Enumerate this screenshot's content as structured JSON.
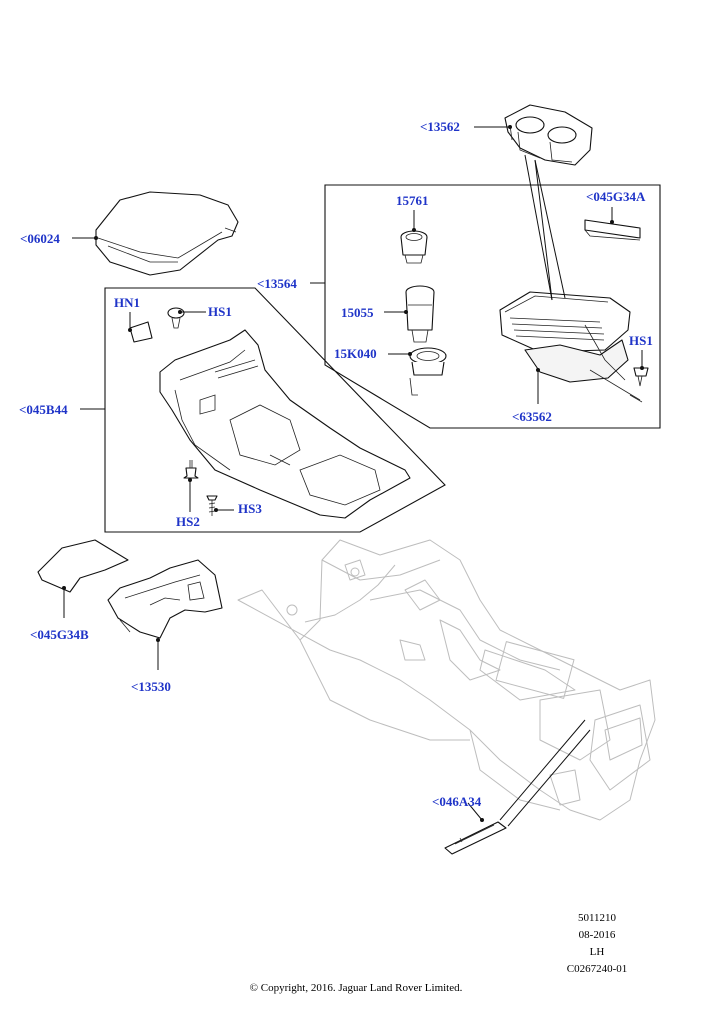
{
  "callouts": {
    "c13562": "<13562",
    "c045G34A": "<045G34A",
    "c06024": "<06024",
    "c13564": "<13564",
    "c15761": "15761",
    "c15055": "15055",
    "c15K040": "15K040",
    "cHN1": "HN1",
    "cHS1a": "HS1",
    "cHS1b": "HS1",
    "c045B44": "<045B44",
    "c63562": "<63562",
    "cHS2": "HS2",
    "cHS3": "HS3",
    "c045G34B": "<045G34B",
    "c13530": "<13530",
    "c046A34": "<046A34"
  },
  "meta": {
    "line1": "5011210",
    "line2": "08-2016",
    "line3": "LH",
    "line4": "C0267240-01"
  },
  "copyright": "© Copyright, 2016. Jaguar Land Rover Limited.",
  "colors": {
    "callout": "#1f34c8",
    "line": "#111111",
    "ghost": "#bdbdbd"
  }
}
